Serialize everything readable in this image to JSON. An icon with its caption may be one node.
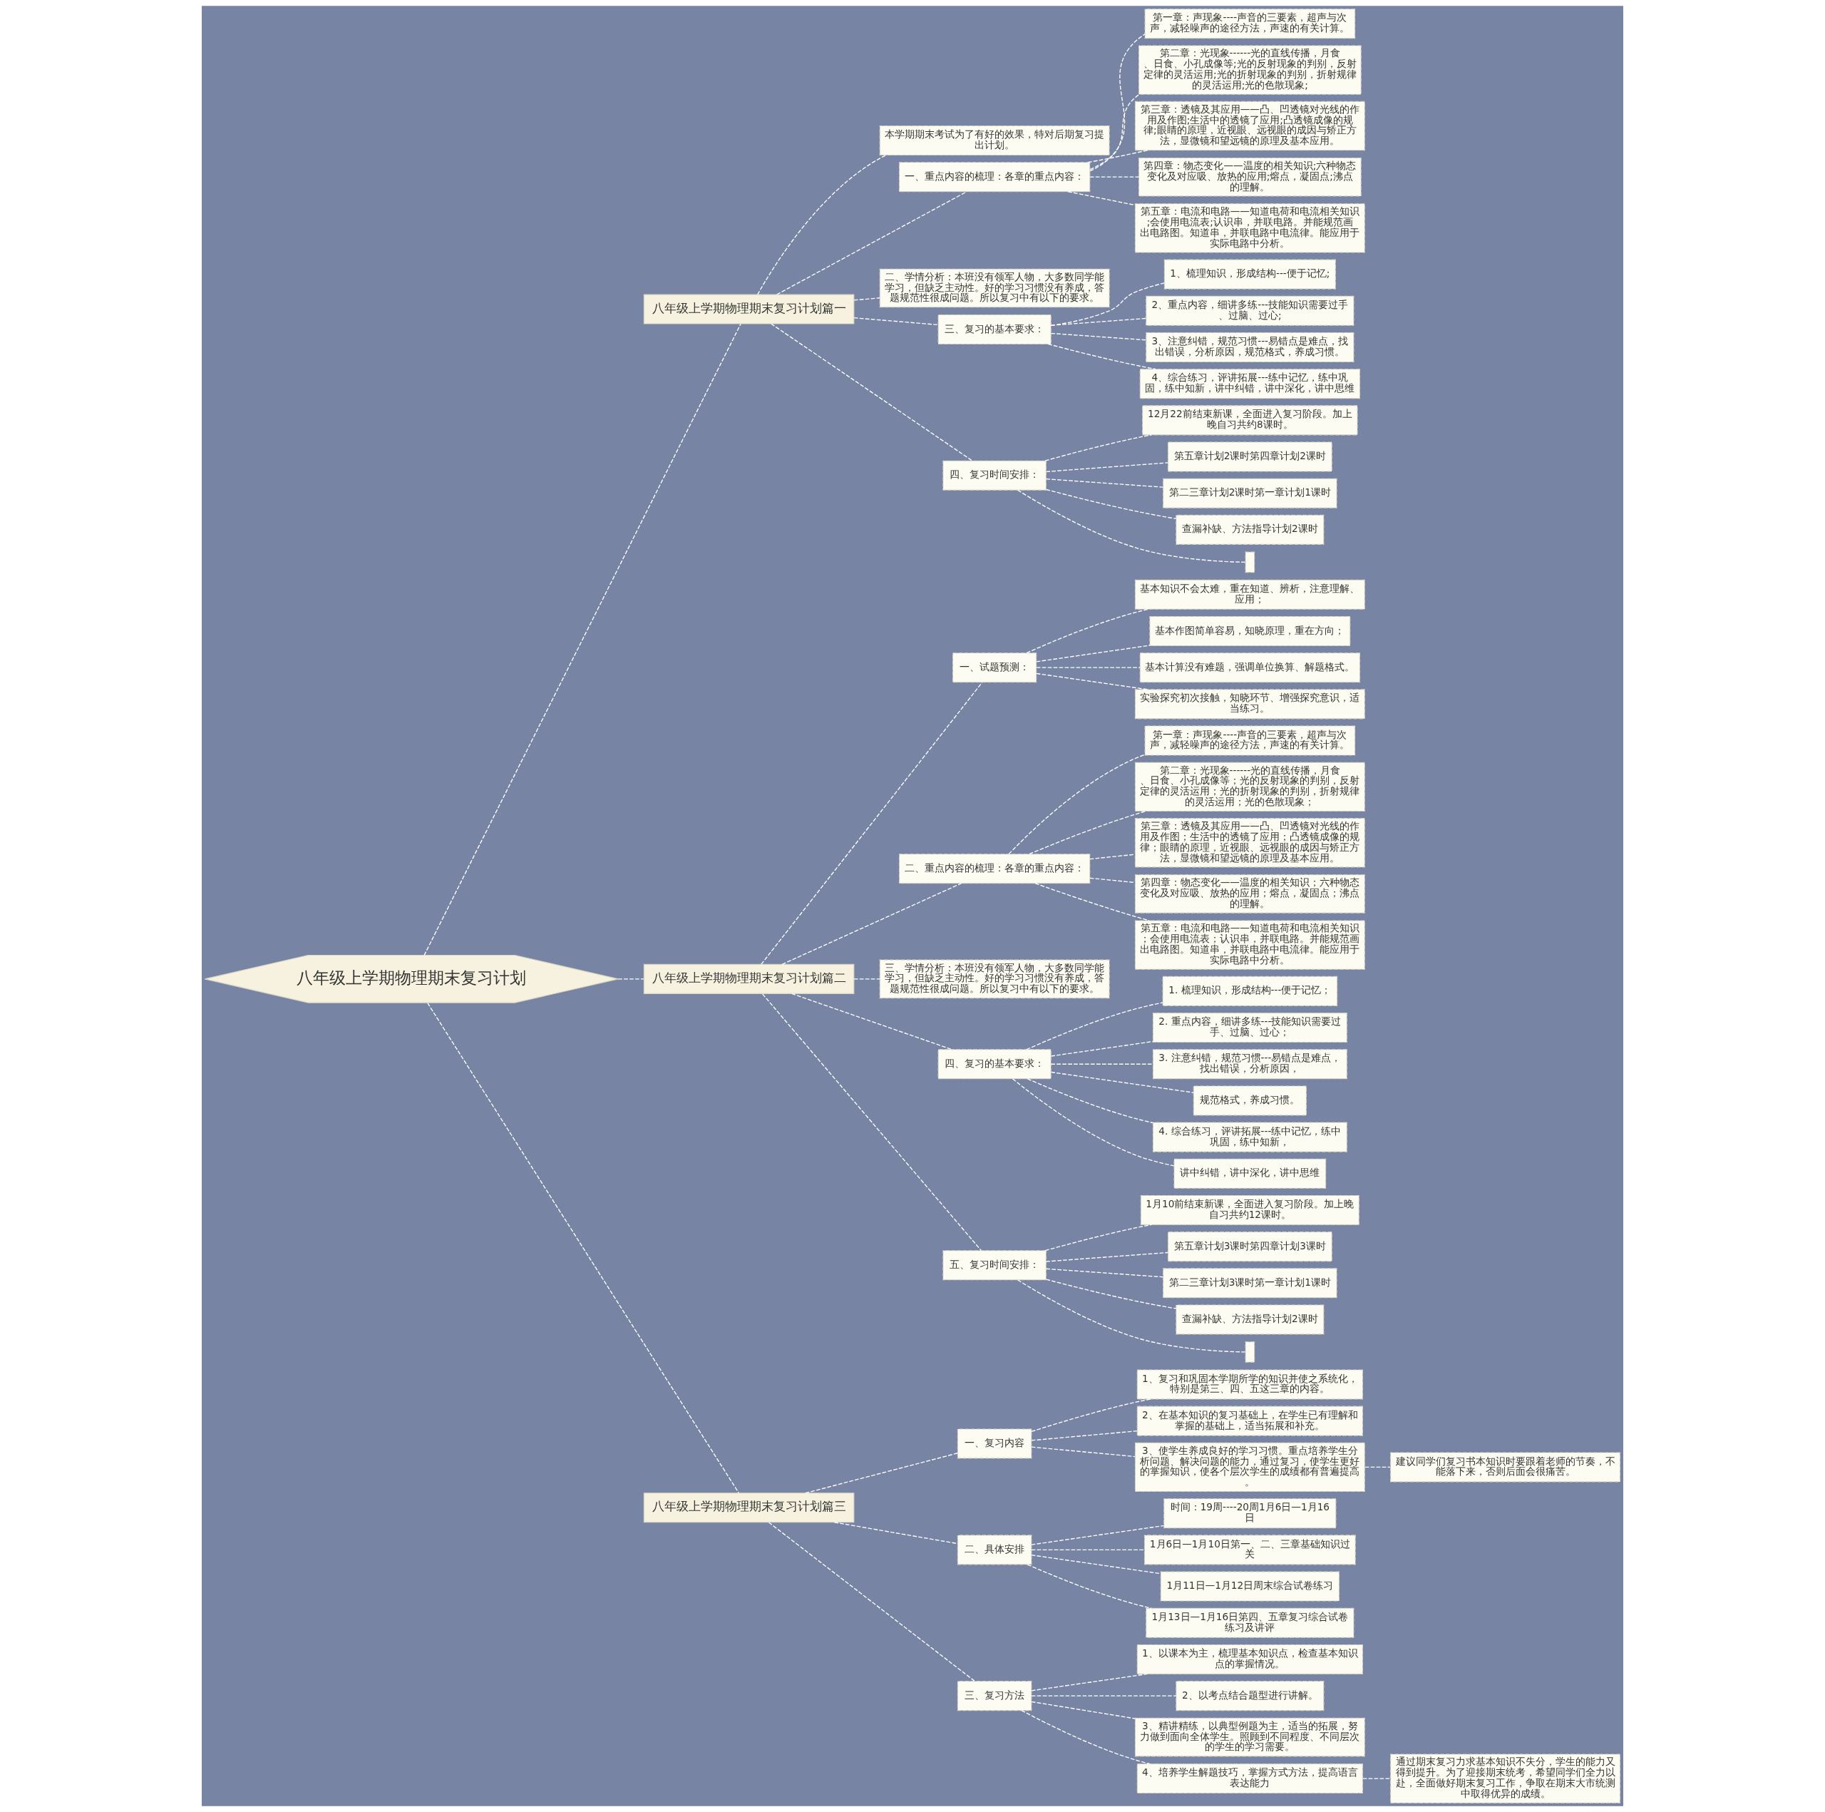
{
  "diagram": {
    "nodes": [
      {
        "text": [
          "八年级上学期物理期末复习计划"
        ]
      },
      {
        "text": [
          "八年级上学期物理期末复习计划篇一"
        ]
      },
      {
        "text": [
          "本学期期末考试为了有好的效果，特对后期复习提出计划。"
        ]
      },
      {
        "text": [
          "一、重点内容的梳理：各章的重点内容："
        ]
      },
      {
        "text": [
          "第一章：声现象----声音的三要素，超声与次声，减轻噪声的途径方法，声速的有关计算。"
        ]
      },
      {
        "text": [
          "第二章：光现象------光的直线传播，月食、日食、小孔成像等;光的反射现象的判别，反射定律的灵活运用;光的折射现象的判别，折射规律的灵活运用;光的色散现象;"
        ]
      },
      {
        "text": [
          "第三章：透镜及其应用——凸、凹透镜对光线的作用及作图;生活中的透镜了应用;凸透镜成像的规律;眼睛的原理，近视眼、远视眼的成因与矫正方法，显微镜和望远镜的原理及基本应用。"
        ]
      },
      {
        "text": [
          "第四章：物态变化——温度的相关知识;六种物态变化及对应吸、放热的应用;熔点，凝固点;沸点的理解。"
        ]
      },
      {
        "text": [
          "第五章：电流和电路——知道电荷和电流相关知识;会使用电流表;认识串，并联电路。并能规范画出电路图。知道串，并联电路中电流律。能应用于实际电路中分析。"
        ]
      },
      {
        "text": [
          "二、学情分析：本班没有领军人物，大多数同学能学习，但缺乏主动性。好的学习习惯没有养成，答题规范性很成问题。所以复习中有以下的要求。"
        ]
      },
      {
        "text": [
          "三、复习的基本要求："
        ]
      },
      {
        "text": [
          "1、梳理知识，形成结构---便于记忆;"
        ]
      },
      {
        "text": [
          "2、重点内容，细讲多练---技能知识需要过手、过脑、过心;"
        ]
      },
      {
        "text": [
          "3、注意纠错，规范习惯---易错点是难点，找出错误，分析原因，规范格式，养成习惯。"
        ]
      },
      {
        "text": [
          "4、综合练习，评讲拓展---练中记忆，练中巩固，练中知新，讲中纠错，讲中深化，讲中思维"
        ]
      },
      {
        "text": [
          "四、复习时间安排："
        ]
      },
      {
        "text": [
          "12月22前结束新课，全面进入复习阶段。加上晚自习共约8课时。"
        ]
      },
      {
        "text": [
          "第五章计划2课时第四章计划2课时"
        ]
      },
      {
        "text": [
          "第二三章计划2课时第一章计划1课时"
        ]
      },
      {
        "text": [
          "查漏补缺、方法指导计划2课时"
        ]
      },
      {
        "text": [],
        "shape": "box"
      },
      {
        "text": [
          "八年级上学期物理期末复习计划篇二"
        ]
      },
      {
        "text": [
          "一、试题预测："
        ]
      },
      {
        "text": [
          "基本知识不会太难，重在知道、辨析，注意理解、应用；"
        ]
      },
      {
        "text": [
          "基本作图简单容易，知晓原理，重在方向；"
        ]
      },
      {
        "text": [
          "基本计算没有难题，强调单位换算、解题格式。"
        ]
      },
      {
        "text": [
          "实验探究初次接触，知晓环节、增强探究意识，适当练习。"
        ]
      },
      {
        "text": [
          "二、重点内容的梳理：各章的重点内容："
        ]
      },
      {
        "text": [
          "第一章：声现象----声音的三要素，超声与次声，减轻噪声的途径方法，声速的有关计算。"
        ]
      },
      {
        "text": [
          "第二章：光现象------光的直线传播，月食、日食、小孔成像等；光的反射现象的判别，反射定律的灵活运用；光的折射现象的判别，折射规律的灵活运用；光的色散现象；"
        ]
      },
      {
        "text": [
          "第三章：透镜及其应用——凸、凹透镜对光线的作用及作图；生活中的透镜了应用；凸透镜成像的规律；眼睛的原理，近视眼、远视眼的成因与矫正方法，显微镜和望远镜的原理及基本应用。"
        ]
      },
      {
        "text": [
          "第四章：物态变化——温度的相关知识；六种物态变化及对应吸、放热的应用；熔点，凝固点；沸点的理解。"
        ]
      },
      {
        "text": [
          "第五章：电流和电路——知道电荷和电流相关知识；会使用电流表；认识串，并联电路。并能规范画出电路图。知道串，并联电路中电流律。能应用于实际电路中分析。"
        ]
      },
      {
        "text": [
          "三、学情分析：本班没有领军人物，大多数同学能学习，但缺乏主动性。好的学习习惯没有养成，答题规范性很成问题。所以复习中有以下的要求。"
        ]
      },
      {
        "text": [
          "四、复习的基本要求："
        ]
      },
      {
        "text": [
          "1. 梳理知识，形成结构---便于记忆；"
        ]
      },
      {
        "text": [
          "2. 重点内容，细讲多练---技能知识需要过手、过脑、过心；"
        ]
      },
      {
        "text": [
          "3. 注意纠错，规范习惯---易错点是难点，找出错误，分析原因，"
        ]
      },
      {
        "text": [
          "规范格式，养成习惯。"
        ]
      },
      {
        "text": [
          "4. 综合练习，评讲拓展---练中记忆，练中巩固，练中知新，"
        ]
      },
      {
        "text": [
          "讲中纠错，讲中深化，讲中思维"
        ]
      },
      {
        "text": [
          "五、复习时间安排："
        ]
      },
      {
        "text": [
          "1月10前结束新课，全面进入复习阶段。加上晚自习共约12课时。"
        ]
      },
      {
        "text": [
          "第五章计划3课时第四章计划3课时"
        ]
      },
      {
        "text": [
          "第二三章计划3课时第一章计划1课时"
        ]
      },
      {
        "text": [
          "查漏补缺、方法指导计划2课时"
        ]
      },
      {
        "text": [],
        "shape": "box"
      },
      {
        "text": [
          "八年级上学期物理期末复习计划篇三"
        ]
      },
      {
        "text": [
          "一、复习内容"
        ]
      },
      {
        "text": [
          "1、复习和巩固本学期所学的知识并使之系统化，特别是第三、四、五这三章的内容。"
        ]
      },
      {
        "text": [
          "2、在基本知识的复习基础上，在学生已有理解和掌握的基础上，适当拓展和补充。"
        ]
      },
      {
        "text": [
          "3、使学生养成良好的学习习惯。重点培养学生分析问题、解决问题的能力，通过复习，使学生更好的掌握知识，使各个层次学生的成绩都有普遍提高。"
        ]
      },
      {
        "text": [
          "建议同学们复习书本知识时要跟着老师的节奏，不能落下来，否则后面会很痛苦。"
        ]
      },
      {
        "text": [
          "二、具体安排"
        ]
      },
      {
        "text": [
          "时间：19周----20周1月6日—1月16日"
        ]
      },
      {
        "text": [
          "1月6日—1月10日第一、二、三章基础知识过关"
        ]
      },
      {
        "text": [
          "1月11日—1月12日周末综合试卷练习"
        ]
      },
      {
        "text": [
          "1月13日—1月16日第四、五章复习综合试卷练习及讲评"
        ]
      },
      {
        "text": [
          "三、复习方法"
        ]
      },
      {
        "text": [
          "1、以课本为主，梳理基本知识点，检查基本知识点的掌握情况。"
        ]
      },
      {
        "text": [
          "2、以考点结合题型进行讲解。"
        ]
      },
      {
        "text": [
          "3、精讲精练，以典型例题为主，适当的拓展，努力做到面向全体学生。照顾到不同程度、不同层次的学生的学习需要。"
        ]
      },
      {
        "text": [
          "4、培养学生解题技巧，掌握方式方法，提高语言表达能力"
        ]
      },
      {
        "text": [
          "通过期末复习力求基本知识不失分，学生的能力又得到提升。为了迎接期末统考，希望同学们全力以赴，全面做好期末复习工作，争取在期末大市统测中取得优异的成绩。"
        ]
      }
    ],
    "edges": [
      {
        "from": 0,
        "to": 1,
        "arrow": "none",
        "style": "dashed"
      },
      {
        "from": 1,
        "to": 2,
        "arrow": "none",
        "style": "dashed"
      },
      {
        "from": 1,
        "to": 3,
        "arrow": "none",
        "style": "dashed"
      },
      {
        "from": 3,
        "to": 4,
        "arrow": "none",
        "style": "dashed"
      },
      {
        "from": 3,
        "to": 5,
        "arrow": "none",
        "style": "dashed"
      },
      {
        "from": 3,
        "to": 6,
        "arrow": "none",
        "style": "dashed"
      },
      {
        "from": 3,
        "to": 7,
        "arrow": "none",
        "style": "dashed"
      },
      {
        "from": 3,
        "to": 8,
        "arrow": "none",
        "style": "dashed"
      },
      {
        "from": 1,
        "to": 9,
        "arrow": "none",
        "style": "dashed"
      },
      {
        "from": 1,
        "to": 10,
        "arrow": "none",
        "style": "dashed"
      },
      {
        "from": 10,
        "to": 11,
        "arrow": "none",
        "style": "dashed"
      },
      {
        "from": 10,
        "to": 12,
        "arrow": "none",
        "style": "dashed"
      },
      {
        "from": 10,
        "to": 13,
        "arrow": "none",
        "style": "dashed"
      },
      {
        "from": 10,
        "to": 14,
        "arrow": "none",
        "style": "dashed"
      },
      {
        "from": 1,
        "to": 15,
        "arrow": "none",
        "style": "dashed"
      },
      {
        "from": 15,
        "to": 16,
        "arrow": "none",
        "style": "dashed"
      },
      {
        "from": 15,
        "to": 17,
        "arrow": "none",
        "style": "dashed"
      },
      {
        "from": 15,
        "to": 18,
        "arrow": "none",
        "style": "dashed"
      },
      {
        "from": 15,
        "to": 19,
        "arrow": "none",
        "style": "dashed"
      },
      {
        "from": 15,
        "to": 20,
        "arrow": "none",
        "style": "dashed"
      },
      {
        "from": 0,
        "to": 21,
        "arrow": "none",
        "style": "dashed"
      },
      {
        "from": 21,
        "to": 22,
        "arrow": "none",
        "style": "dashed"
      },
      {
        "from": 22,
        "to": 23,
        "arrow": "none",
        "style": "dashed"
      },
      {
        "from": 22,
        "to": 24,
        "arrow": "none",
        "style": "dashed"
      },
      {
        "from": 22,
        "to": 25,
        "arrow": "none",
        "style": "dashed"
      },
      {
        "from": 22,
        "to": 26,
        "arrow": "none",
        "style": "dashed"
      },
      {
        "from": 21,
        "to": 27,
        "arrow": "none",
        "style": "dashed"
      },
      {
        "from": 27,
        "to": 28,
        "arrow": "none",
        "style": "dashed"
      },
      {
        "from": 27,
        "to": 29,
        "arrow": "none",
        "style": "dashed"
      },
      {
        "from": 27,
        "to": 30,
        "arrow": "none",
        "style": "dashed"
      },
      {
        "from": 27,
        "to": 31,
        "arrow": "none",
        "style": "dashed"
      },
      {
        "from": 27,
        "to": 32,
        "arrow": "none",
        "style": "dashed"
      },
      {
        "from": 21,
        "to": 33,
        "arrow": "none",
        "style": "dashed"
      },
      {
        "from": 21,
        "to": 34,
        "arrow": "none",
        "style": "dashed"
      },
      {
        "from": 34,
        "to": 35,
        "arrow": "none",
        "style": "dashed"
      },
      {
        "from": 34,
        "to": 36,
        "arrow": "none",
        "style": "dashed"
      },
      {
        "from": 34,
        "to": 37,
        "arrow": "none",
        "style": "dashed"
      },
      {
        "from": 34,
        "to": 38,
        "arrow": "none",
        "style": "dashed"
      },
      {
        "from": 34,
        "to": 39,
        "arrow": "none",
        "style": "dashed"
      },
      {
        "from": 34,
        "to": 40,
        "arrow": "none",
        "style": "dashed"
      },
      {
        "from": 21,
        "to": 41,
        "arrow": "none",
        "style": "dashed"
      },
      {
        "from": 41,
        "to": 42,
        "arrow": "none",
        "style": "dashed"
      },
      {
        "from": 41,
        "to": 43,
        "arrow": "none",
        "style": "dashed"
      },
      {
        "from": 41,
        "to": 44,
        "arrow": "none",
        "style": "dashed"
      },
      {
        "from": 41,
        "to": 45,
        "arrow": "none",
        "style": "dashed"
      },
      {
        "from": 41,
        "to": 46,
        "arrow": "none",
        "style": "dashed"
      },
      {
        "from": 0,
        "to": 47,
        "arrow": "none",
        "style": "dashed"
      },
      {
        "from": 47,
        "to": 48,
        "arrow": "none",
        "style": "dashed"
      },
      {
        "from": 48,
        "to": 49,
        "arrow": "none",
        "style": "dashed"
      },
      {
        "from": 48,
        "to": 50,
        "arrow": "none",
        "style": "dashed"
      },
      {
        "from": 48,
        "to": 51,
        "arrow": "none",
        "style": "dashed"
      },
      {
        "from": 51,
        "to": 52,
        "arrow": "none",
        "style": "dashed"
      },
      {
        "from": 47,
        "to": 53,
        "arrow": "none",
        "style": "dashed"
      },
      {
        "from": 53,
        "to": 54,
        "arrow": "none",
        "style": "dashed"
      },
      {
        "from": 53,
        "to": 55,
        "arrow": "none",
        "style": "dashed"
      },
      {
        "from": 53,
        "to": 56,
        "arrow": "none",
        "style": "dashed"
      },
      {
        "from": 53,
        "to": 57,
        "arrow": "none",
        "style": "dashed"
      },
      {
        "from": 47,
        "to": 58,
        "arrow": "none",
        "style": "dashed"
      },
      {
        "from": 58,
        "to": 59,
        "arrow": "none",
        "style": "dashed"
      },
      {
        "from": 58,
        "to": 60,
        "arrow": "none",
        "style": "dashed"
      },
      {
        "from": 58,
        "to": 61,
        "arrow": "none",
        "style": "dashed"
      },
      {
        "from": 58,
        "to": 62,
        "arrow": "none",
        "style": "dashed"
      },
      {
        "from": 62,
        "to": 63,
        "arrow": "none",
        "style": "dashed"
      }
    ]
  }
}
